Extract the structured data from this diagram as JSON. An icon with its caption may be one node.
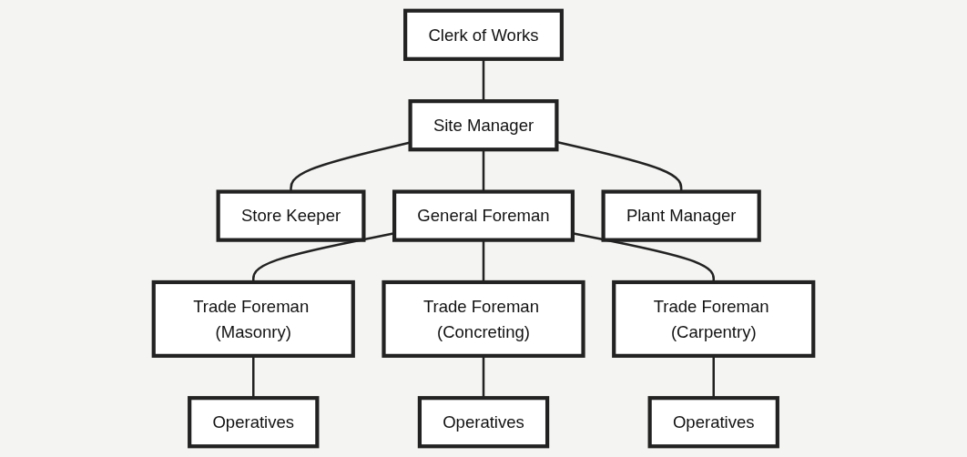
{
  "diagram": {
    "nodes": [
      {
        "text": [
          "Clerk of Works"
        ]
      },
      {
        "text": [
          "Site Manager"
        ]
      },
      {
        "text": [
          "Store Keeper"
        ]
      },
      {
        "text": [
          "General Foreman"
        ]
      },
      {
        "text": [
          "Plant Manager"
        ]
      },
      {
        "text": [
          "Trade Foreman (Masonry)"
        ]
      },
      {
        "text": [
          "Trade Foreman (Concreting)"
        ]
      },
      {
        "text": [
          "Trade Foreman (Carpentry)"
        ]
      },
      {
        "text": [
          "Operatives"
        ]
      },
      {
        "text": [
          "Operatives"
        ]
      },
      {
        "text": [
          "Operatives"
        ]
      }
    ],
    "edges": [
      {
        "from": 0,
        "to": 1,
        "arrow": "none"
      },
      {
        "from": 1,
        "to": 2,
        "arrow": "none"
      },
      {
        "from": 1,
        "to": 3,
        "arrow": "none"
      },
      {
        "from": 1,
        "to": 4,
        "arrow": "none"
      },
      {
        "from": 3,
        "to": 5,
        "arrow": "none"
      },
      {
        "from": 3,
        "to": 6,
        "arrow": "none"
      },
      {
        "from": 3,
        "to": 7,
        "arrow": "none"
      },
      {
        "from": 5,
        "to": 8,
        "arrow": "none"
      },
      {
        "from": 6,
        "to": 9,
        "arrow": "none"
      },
      {
        "from": 7,
        "to": 10,
        "arrow": "none"
      }
    ]
  }
}
